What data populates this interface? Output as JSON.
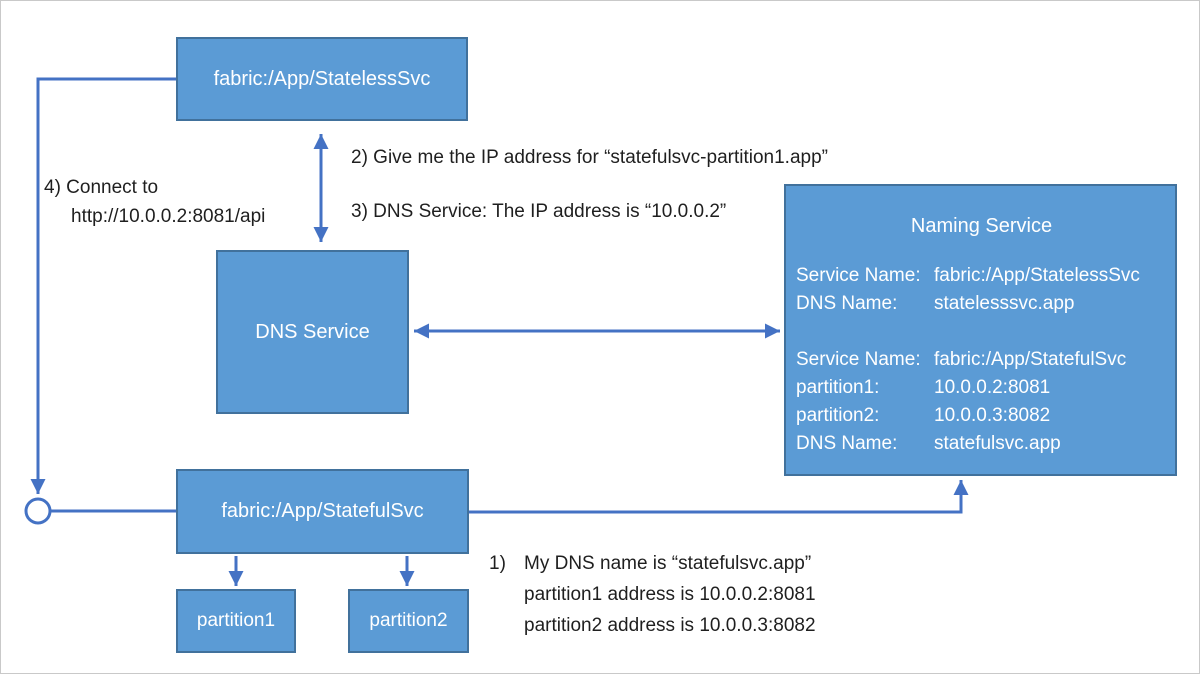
{
  "diagram": {
    "boxes": {
      "stateless": {
        "label": "fabric:/App/StatelessSvc"
      },
      "dns": {
        "label": "DNS Service"
      },
      "stateful": {
        "label": "fabric:/App/StatefulSvc"
      },
      "partition1": {
        "label": "partition1"
      },
      "partition2": {
        "label": "partition2"
      },
      "naming": {
        "title": "Naming Service",
        "entries": [
          {
            "label": "Service Name:",
            "value": "fabric:/App/StatelessSvc"
          },
          {
            "label": "DNS Name:",
            "value": "statelesssvc.app"
          },
          {
            "label": "Service Name:",
            "value": "fabric:/App/StatefulSvc"
          },
          {
            "label": "partition1:",
            "value": "10.0.0.2:8081"
          },
          {
            "label": "partition2:",
            "value": "10.0.0.3:8082"
          },
          {
            "label": "DNS Name:",
            "value": "statefulsvc.app"
          }
        ]
      }
    },
    "annotations": {
      "step1": {
        "number": "1)",
        "lines": [
          "My DNS name is “statefulsvc.app”",
          "partition1 address is 10.0.0.2:8081",
          "partition2 address is 10.0.0.3:8082"
        ]
      },
      "step2": "2) Give me the IP address for “statefulsvc-partition1.app”",
      "step3": "3) DNS Service: The IP address is “10.0.0.2”",
      "step4": {
        "line1": "4) Connect to",
        "line2": "http://10.0.0.2:8081/api"
      }
    },
    "colors": {
      "box_fill": "#5B9BD5",
      "box_border": "#41719C",
      "connector": "#4472C4",
      "box_text": "#FFFFFF",
      "annotation_text": "#1F1F1F",
      "canvas_border": "#C9C9C9"
    }
  }
}
